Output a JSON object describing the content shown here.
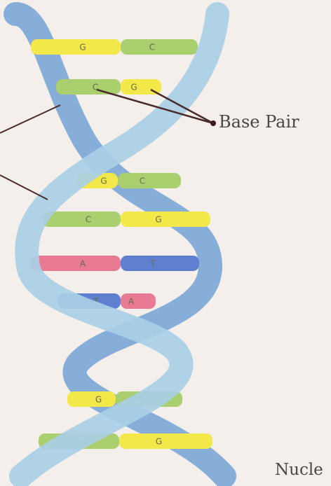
{
  "colors": {
    "background": "#f4efea",
    "strand_back": "#7aa6d6",
    "strand_front": "#a9cfe6",
    "G": "#f2e84a",
    "C": "#a9cf6e",
    "A": "#e97a93",
    "T": "#5f7fd1",
    "line": "#4a2a2a"
  },
  "base_pairs": [
    {
      "left": "G",
      "right": "C"
    },
    {
      "left": "C",
      "right": "G"
    },
    {
      "left": "G",
      "right": "C"
    },
    {
      "left": "C",
      "right": "G"
    },
    {
      "left": "A",
      "right": "T"
    },
    {
      "left": "T",
      "right": "A"
    },
    {
      "left": "G",
      "right": "C"
    },
    {
      "left": "C",
      "right": "G"
    }
  ],
  "labels": {
    "base_pair": "Base Pair",
    "nucleotide_partial": "Nucle"
  }
}
